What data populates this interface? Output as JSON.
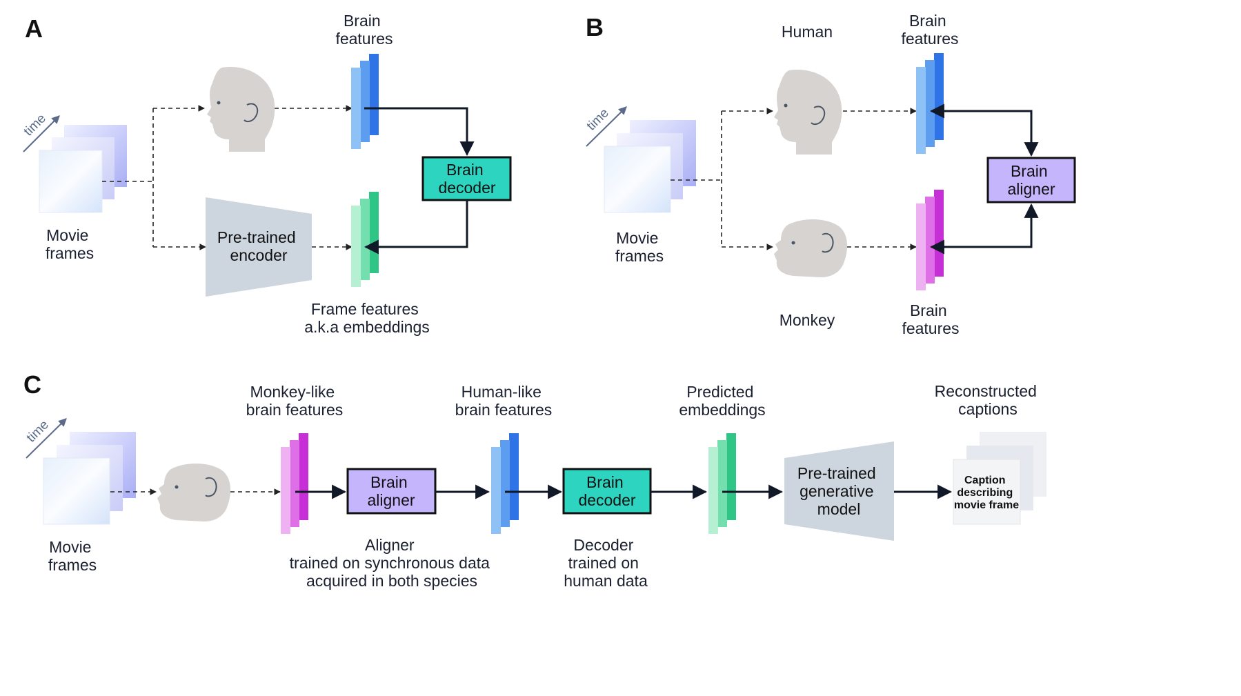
{
  "panels": {
    "a": {
      "letter": "A",
      "time": "time",
      "movie_frames": [
        "Movie",
        "frames"
      ],
      "brain_features": [
        "Brain",
        "features"
      ],
      "encoder": [
        "Pre-trained",
        "encoder"
      ],
      "decoder": [
        "Brain",
        "decoder"
      ],
      "frame_features": [
        "Frame features",
        "a.k.a embeddings"
      ]
    },
    "b": {
      "letter": "B",
      "time": "time",
      "movie_frames": [
        "Movie",
        "frames"
      ],
      "human": "Human",
      "monkey": "Monkey",
      "brain_features_top": [
        "Brain",
        "features"
      ],
      "brain_features_bottom": [
        "Brain",
        "features"
      ],
      "aligner": [
        "Brain",
        "aligner"
      ]
    },
    "c": {
      "letter": "C",
      "time": "time",
      "movie_frames": [
        "Movie",
        "frames"
      ],
      "monkey_like": [
        "Monkey-like",
        "brain features"
      ],
      "human_like": [
        "Human-like",
        "brain features"
      ],
      "predicted": [
        "Predicted",
        "embeddings"
      ],
      "reconstructed": [
        "Reconstructed",
        "captions"
      ],
      "aligner": [
        "Brain",
        "aligner"
      ],
      "aligner_note": [
        "Aligner",
        "trained on synchronous data",
        "acquired in both species"
      ],
      "decoder": [
        "Brain",
        "decoder"
      ],
      "decoder_note": [
        "Decoder",
        "trained on",
        "human data"
      ],
      "generative": [
        "Pre-trained",
        "generative",
        "model"
      ],
      "caption_card": [
        "Caption",
        "describing",
        "movie frame"
      ]
    }
  },
  "colors": {
    "blue_features": [
      "#8ec2f6",
      "#5c9df0",
      "#2f74e6"
    ],
    "green_features": [
      "#b5f0d2",
      "#73deae",
      "#2fc586"
    ],
    "pink_features": [
      "#eeb1f2",
      "#de6fe6",
      "#c62fd6"
    ],
    "decoder_fill": "#2dd4bf",
    "aligner_fill": "#c4b5fd",
    "encoder_fill": "#cdd5df",
    "head_fill": "#d6d3d1"
  }
}
